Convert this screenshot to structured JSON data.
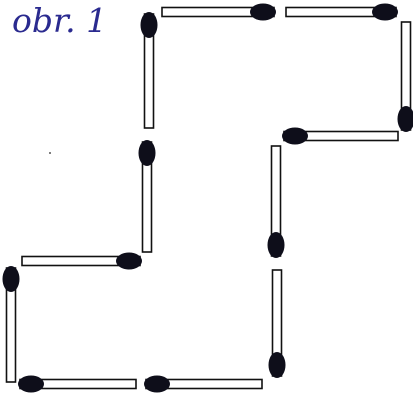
{
  "figure": {
    "label": "obr. 1",
    "label_color": "#2a2a8f"
  },
  "colors": {
    "stick_fill": "#ffffff",
    "stick_outline": "#111111",
    "match_head": "#0e0e1a"
  },
  "matches": [
    {
      "id": "top-left-vertical",
      "orientation": "vertical",
      "head": "top"
    },
    {
      "id": "top-horizontal-1",
      "orientation": "horizontal",
      "head": "right"
    },
    {
      "id": "top-horizontal-2",
      "orientation": "horizontal",
      "head": "right"
    },
    {
      "id": "right-vertical",
      "orientation": "vertical",
      "head": "bottom"
    },
    {
      "id": "middle-right-horizontal",
      "orientation": "horizontal",
      "head": "left"
    },
    {
      "id": "inner-right-vertical",
      "orientation": "vertical",
      "head": "bottom"
    },
    {
      "id": "inner-left-vertical",
      "orientation": "vertical",
      "head": "top"
    },
    {
      "id": "middle-left-horizontal",
      "orientation": "horizontal",
      "head": "right"
    },
    {
      "id": "outer-left-vertical",
      "orientation": "vertical",
      "head": "top"
    },
    {
      "id": "bottom-horizontal-1",
      "orientation": "horizontal",
      "head": "left"
    },
    {
      "id": "bottom-horizontal-2",
      "orientation": "horizontal",
      "head": "left"
    },
    {
      "id": "bottom-right-vertical",
      "orientation": "vertical",
      "head": "bottom"
    }
  ]
}
